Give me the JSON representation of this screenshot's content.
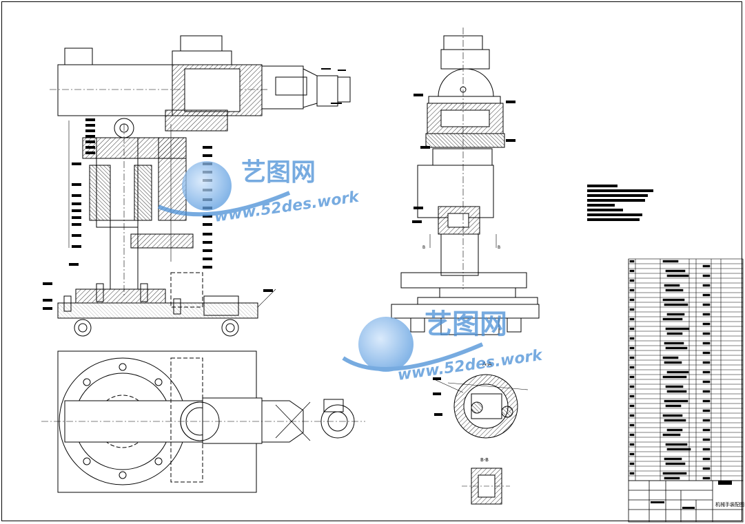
{
  "drawing": {
    "title": "机械手装配图",
    "section_aa_label": "A-A",
    "section_bb_label": "B-B",
    "section_mark_b": "B"
  },
  "watermark": {
    "brand": "艺图网",
    "url": "www.52des.work"
  },
  "colors": {
    "line": "#000000",
    "watermark": "#4a8fd6",
    "watermark_light": "#9cc4ef"
  }
}
